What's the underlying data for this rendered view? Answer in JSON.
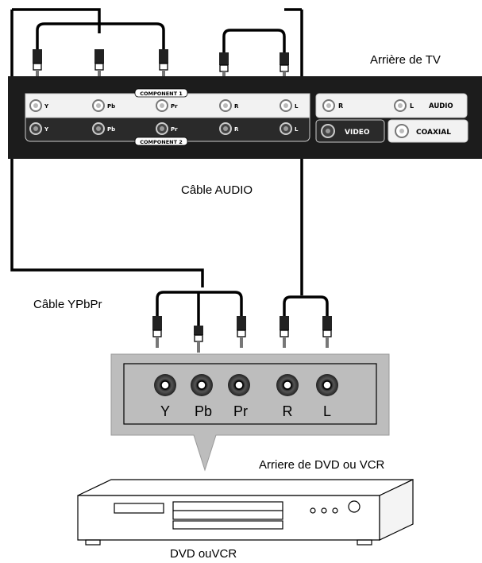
{
  "labels": {
    "tv_back": "Arrière de TV",
    "audio_cable": "Câble AUDIO",
    "ypbpr_cable": "Câble YPbPr",
    "dvd_back": "Arriere de DVD ou VCR",
    "device": "DVD ouVCR"
  },
  "tv_panel": {
    "component_1": "COMPONENT 1",
    "component_2": "COMPONENT 2",
    "row1": [
      "Y",
      "Pb",
      "Pr",
      "R",
      "L"
    ],
    "row2": [
      "Y",
      "Pb",
      "Pr",
      "R",
      "L"
    ],
    "audio_r": "R",
    "audio_l": "L",
    "audio": "AUDIO",
    "video": "VIDEO",
    "coaxial": "COAXIAL"
  },
  "dvd_jacks": [
    "Y",
    "Pb",
    "Pr",
    "R",
    "L"
  ]
}
